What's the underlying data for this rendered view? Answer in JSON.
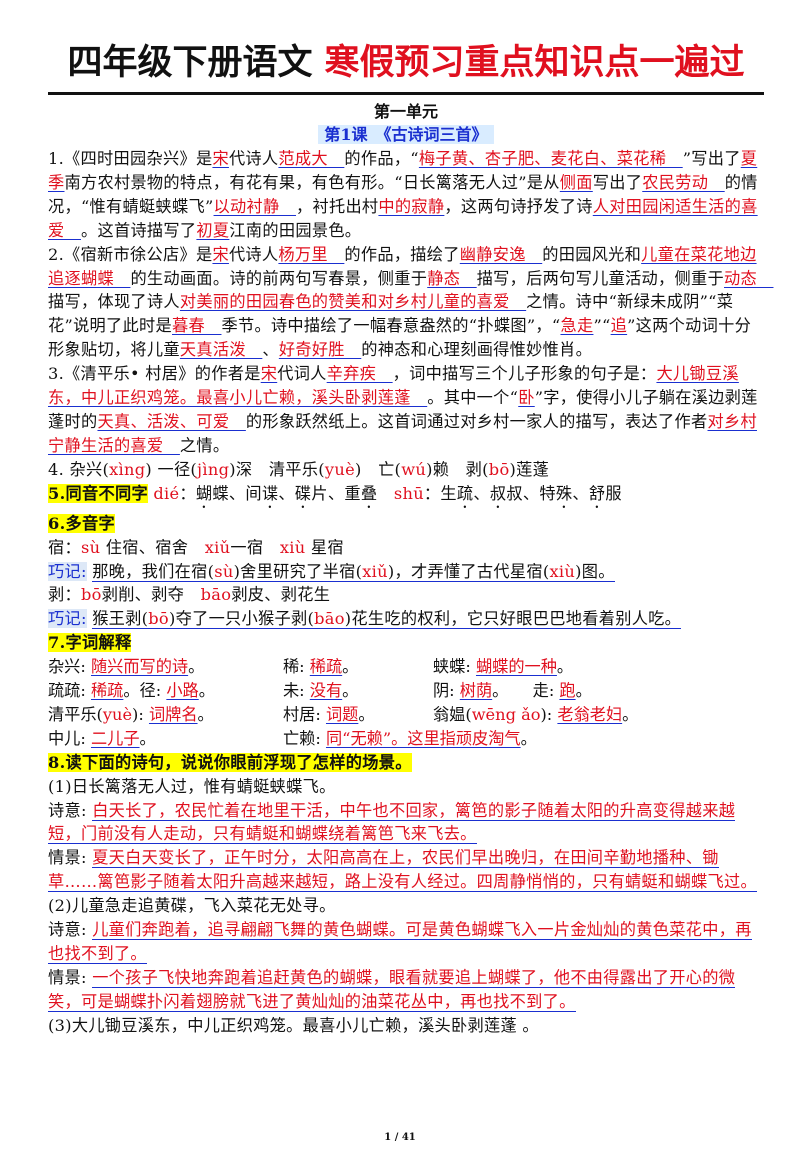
{
  "title_black": "四年级下册语文",
  "title_red": "寒假预习重点知识点一遍过",
  "unit": "第一单元",
  "lesson": "第1课　《古诗词三首》",
  "footer": "1 / 41",
  "colors": {
    "red": "#e0101f",
    "blue": "#1a2fd0",
    "highlight": "#ffff00"
  }
}
